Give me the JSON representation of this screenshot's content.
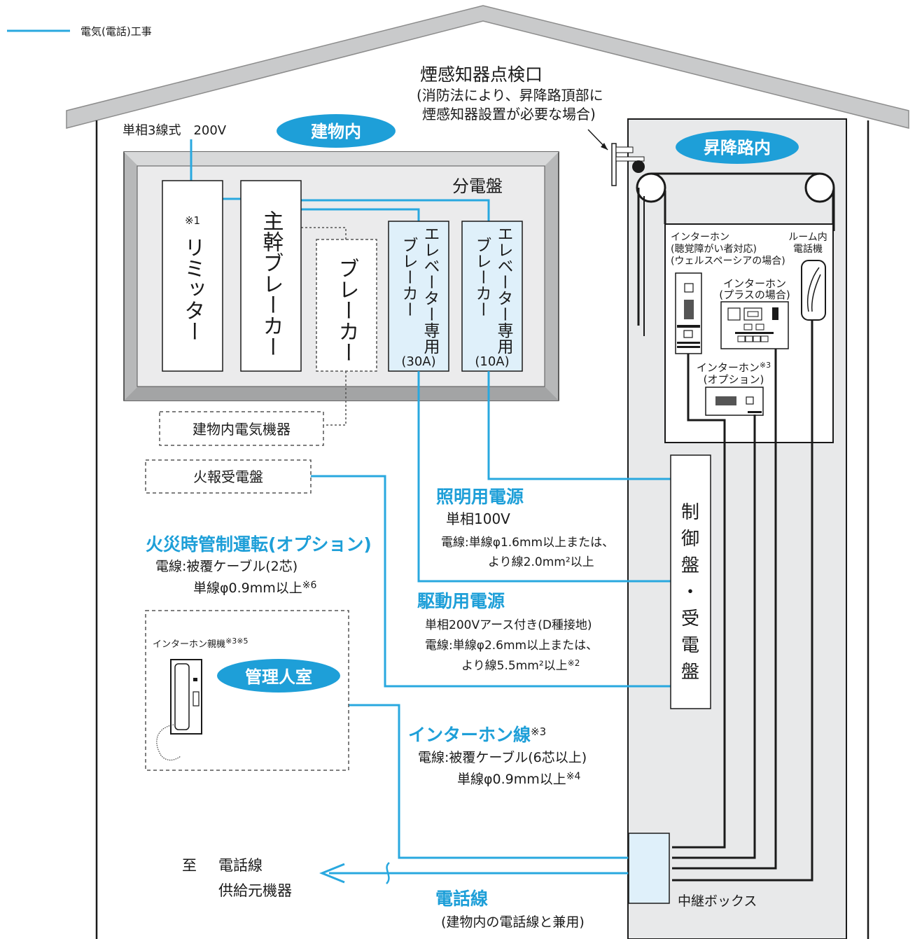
{
  "legend": {
    "label": "電気(電話)工事",
    "color": "#29a8df"
  },
  "building": {
    "supply_label": "単相3線式　200V",
    "badge": "建物内",
    "panel_title": "分電盤",
    "limiter": {
      "note": "※1",
      "label": "リミッター"
    },
    "main_breaker": "主幹ブレーカー",
    "breaker": "ブレーカー",
    "elevator_breaker_30": {
      "label_col1": "エレベーター専用",
      "label_col2": "ブレーカー",
      "rating": "(30A)"
    },
    "elevator_breaker_10": {
      "label_col1": "エレベーター専用",
      "label_col2": "ブレーカー",
      "rating": "(10A)"
    },
    "electric_equipment": "建物内電気機器",
    "fire_panel": "火報受電盤"
  },
  "smoke_detector": {
    "title": "煙感知器点検口",
    "note_line1": "(消防法により、昇降路頂部に",
    "note_line2": "煙感知器設置が必要な場合)"
  },
  "shaft": {
    "badge": "昇降路内",
    "intercom_hearing": {
      "line1": "インターホン",
      "line2": "(聴覚障がい者対応)",
      "line3": "(ウェルスペーシアの場合)"
    },
    "room_phone": {
      "line1": "ルーム内",
      "line2": "電話機"
    },
    "intercom_plus": {
      "line1": "インターホン",
      "line2": "(プラスの場合)"
    },
    "intercom_option": {
      "line1": "インターホン",
      "note": "※3",
      "line2": "(オプション)"
    },
    "control_panel": [
      "制",
      "御",
      "盤",
      "・",
      "受",
      "電",
      "盤"
    ],
    "relay_box": "中継ボックス"
  },
  "lighting_power": {
    "title": "照明用電源",
    "line1": "単相100V",
    "line2": "電線:単線φ1.6mm以上または、",
    "line3": "より線2.0mm²以上"
  },
  "drive_power": {
    "title": "駆動用電源",
    "line1": "単相200Vアース付き(D種接地)",
    "line2": "電線:単線φ2.6mm以上または、",
    "line3": "より線5.5mm²以上",
    "note": "※2"
  },
  "fire_control": {
    "title": "火災時管制運転(オプション)",
    "line1": "電線:被覆ケーブル(2芯)",
    "line2": "単線φ0.9mm以上",
    "note": "※6"
  },
  "manager_room": {
    "badge": "管理人室",
    "device": "インターホン親機",
    "note": "※3※5"
  },
  "intercom_line": {
    "title": "インターホン線",
    "title_note": "※3",
    "line1": "電線:被覆ケーブル(6芯以上)",
    "line2": "単線φ0.9mm以上",
    "note": "※4"
  },
  "phone_line": {
    "to_label": "至",
    "dest_line1": "電話線",
    "dest_line2": "供給元機器",
    "title": "電話線",
    "note": "(建物内の電話線と兼用)"
  }
}
